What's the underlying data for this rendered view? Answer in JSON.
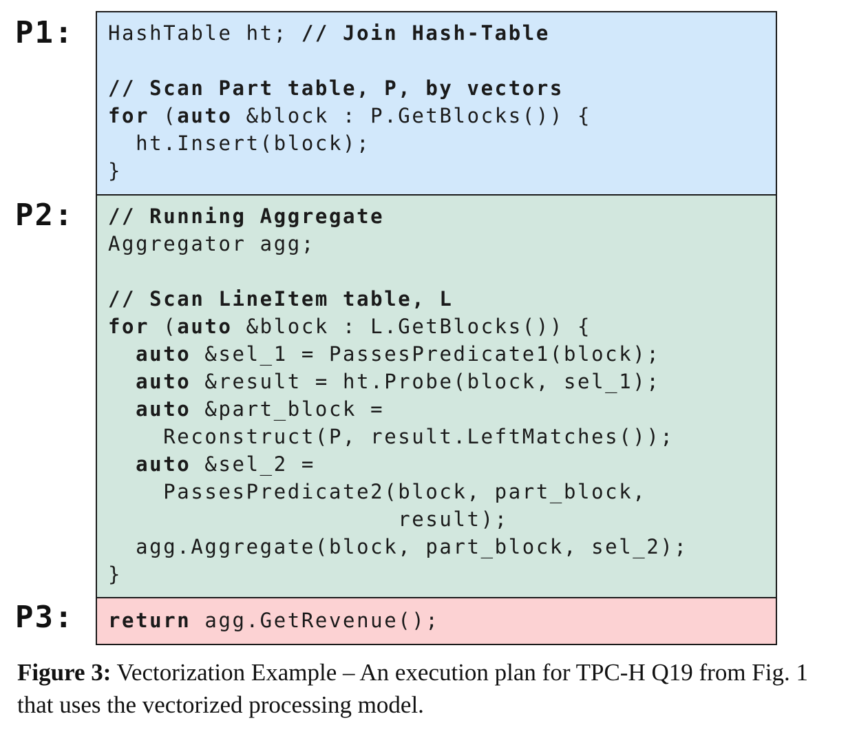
{
  "colors": {
    "p1_bg": "#d2e8fb",
    "p2_bg": "#d2e7de",
    "p3_bg": "#fcd2d3",
    "border": "#1a1a1a"
  },
  "pipelines": [
    {
      "label": "P1:",
      "lines": [
        [
          {
            "t": "HashTable ht; "
          },
          {
            "t": "// Join Hash-Table",
            "b": true
          }
        ],
        [],
        [
          {
            "t": "// Scan Part table, P, by vectors",
            "b": true
          }
        ],
        [
          {
            "t": "for",
            "b": true
          },
          {
            "t": " ("
          },
          {
            "t": "auto",
            "b": true
          },
          {
            "t": " &block : P.GetBlocks()) {"
          }
        ],
        [
          {
            "t": "  ht.Insert(block);"
          }
        ],
        [
          {
            "t": "}"
          }
        ]
      ]
    },
    {
      "label": "P2:",
      "lines": [
        [
          {
            "t": "// Running Aggregate",
            "b": true
          }
        ],
        [
          {
            "t": "Aggregator agg;"
          }
        ],
        [],
        [
          {
            "t": "// Scan LineItem table, L",
            "b": true
          }
        ],
        [
          {
            "t": "for",
            "b": true
          },
          {
            "t": " ("
          },
          {
            "t": "auto",
            "b": true
          },
          {
            "t": " &block : L.GetBlocks()) {"
          }
        ],
        [
          {
            "t": "  "
          },
          {
            "t": "auto",
            "b": true
          },
          {
            "t": " &sel_1 = PassesPredicate1(block);"
          }
        ],
        [
          {
            "t": "  "
          },
          {
            "t": "auto",
            "b": true
          },
          {
            "t": " &result = ht.Probe(block, sel_1);"
          }
        ],
        [
          {
            "t": "  "
          },
          {
            "t": "auto",
            "b": true
          },
          {
            "t": " &part_block ="
          }
        ],
        [
          {
            "t": "    Reconstruct(P, result.LeftMatches());"
          }
        ],
        [
          {
            "t": "  "
          },
          {
            "t": "auto",
            "b": true
          },
          {
            "t": " &sel_2 ="
          }
        ],
        [
          {
            "t": "    PassesPredicate2(block, part_block,"
          }
        ],
        [
          {
            "t": "                     result);"
          }
        ],
        [
          {
            "t": "  agg.Aggregate(block, part_block, sel_2);"
          }
        ],
        [
          {
            "t": "}"
          }
        ]
      ]
    },
    {
      "label": "P3:",
      "lines": [
        [
          {
            "t": "return",
            "b": true
          },
          {
            "t": " agg.GetRevenue();"
          }
        ]
      ]
    }
  ],
  "caption": {
    "label": "Figure 3:",
    "text": " Vectorization Example – An execution plan for TPC-H Q19 from Fig. 1 that uses the vectorized processing model."
  }
}
